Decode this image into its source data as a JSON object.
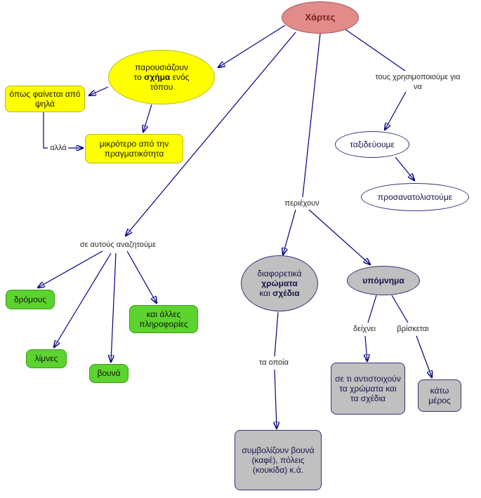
{
  "colors": {
    "edge": "#000080",
    "root_fill": "#e18b8b",
    "root_text": "#7e1e1e",
    "yellow": "#ffff00",
    "green": "#5cd32e",
    "gray": "#c0c0c0",
    "white": "#ffffff"
  },
  "nodes": {
    "root": {
      "label": "Χάρτες"
    },
    "presents": {
      "line1": "παρουσιάζουν",
      "line2_pre": "το ",
      "line2_bold": "σχήμα",
      "line2_post": " ενός",
      "line3": "τόπου"
    },
    "seen_from_above": {
      "label": "όπως φαίνεται από ψηλά"
    },
    "smaller_than_reality": {
      "label": "μικρότερο από την πραγματικότητα"
    },
    "travel": {
      "label": "ταξιδεύουμε"
    },
    "orient": {
      "label": "προσανατολιστούμε"
    },
    "roads": {
      "label": "δρόμους"
    },
    "lakes": {
      "label": "λίμνες"
    },
    "mountains": {
      "label": "βουνά"
    },
    "other_info": {
      "label": "και άλλες πληροφορίες"
    },
    "colors_designs": {
      "line1": "διαφορετικά",
      "line2_bold": "χρώματα",
      "line3_pre": "και ",
      "line3_bold": "σχέδια"
    },
    "legend": {
      "label": "υπόμνημα"
    },
    "correspond": {
      "label": "σε τι αντιστοιχούν τα χρώματα και τα σχέδια"
    },
    "bottom_part": {
      "label": "κάτω μέρος"
    },
    "symbolize": {
      "label": "συμβολίζουν βουνά (καφέ), πόλεις (κουκίδα) κ.ά."
    }
  },
  "links": {
    "but": "αλλά",
    "use_for": "τους χρησιμοποιούμε για να",
    "contain": "περιέχουν",
    "search": "σε αυτούς αναζητούμε",
    "which": "τα οποία",
    "shows": "δείχνει",
    "located": "βρίσκεται"
  }
}
